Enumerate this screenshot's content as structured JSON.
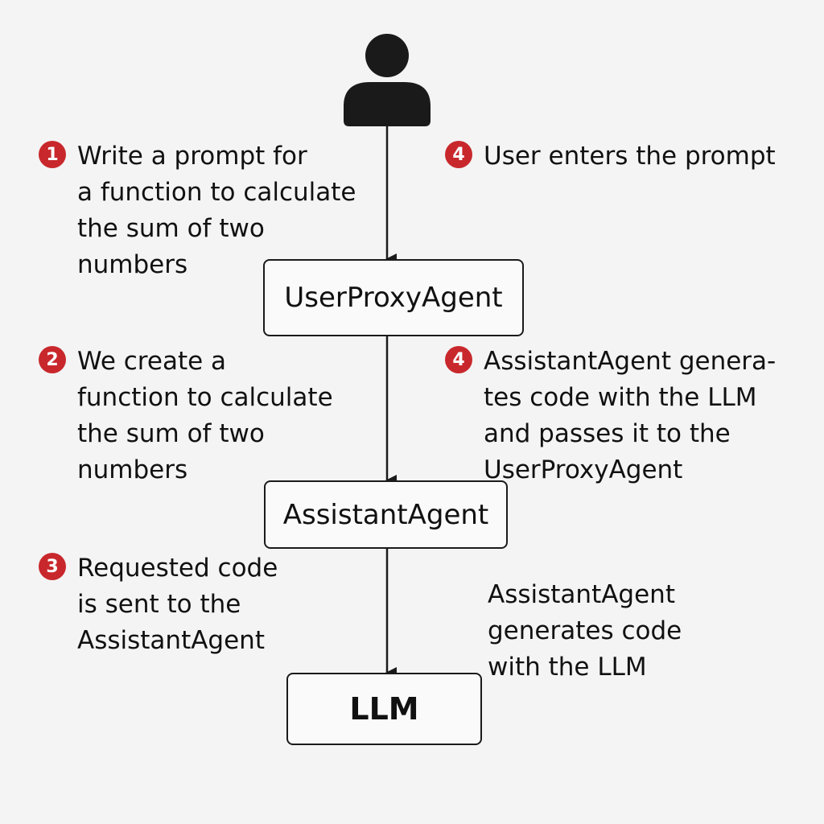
{
  "diagram": {
    "boxes": {
      "user_proxy": "UserProxyAgent",
      "assistant": "AssistantAgent",
      "llm": "LLM"
    },
    "notes": [
      {
        "badge": "1",
        "text": "Write a prompt for\na function to calculate\nthe sum of two\nnumbers"
      },
      {
        "badge": "4",
        "text": "User enters the prompt"
      },
      {
        "badge": "2",
        "text": "We create a\nfunction to calculate\nthe sum of two\nnumbers"
      },
      {
        "badge": "4",
        "text": "AssistantAgent genera-\ntes code with the LLM\nand passes it to the\nUserProxyAgent"
      },
      {
        "badge": "3",
        "text": "Requested code\nis sent to the\nAssistantAgent"
      },
      {
        "badge": "",
        "text": "AssistantAgent\ngenerates code\nwith the LLM"
      }
    ],
    "colors": {
      "badge": "#c8282c",
      "line": "#1a1a1a",
      "background": "#f4f4f4"
    },
    "icon": "user-icon"
  }
}
